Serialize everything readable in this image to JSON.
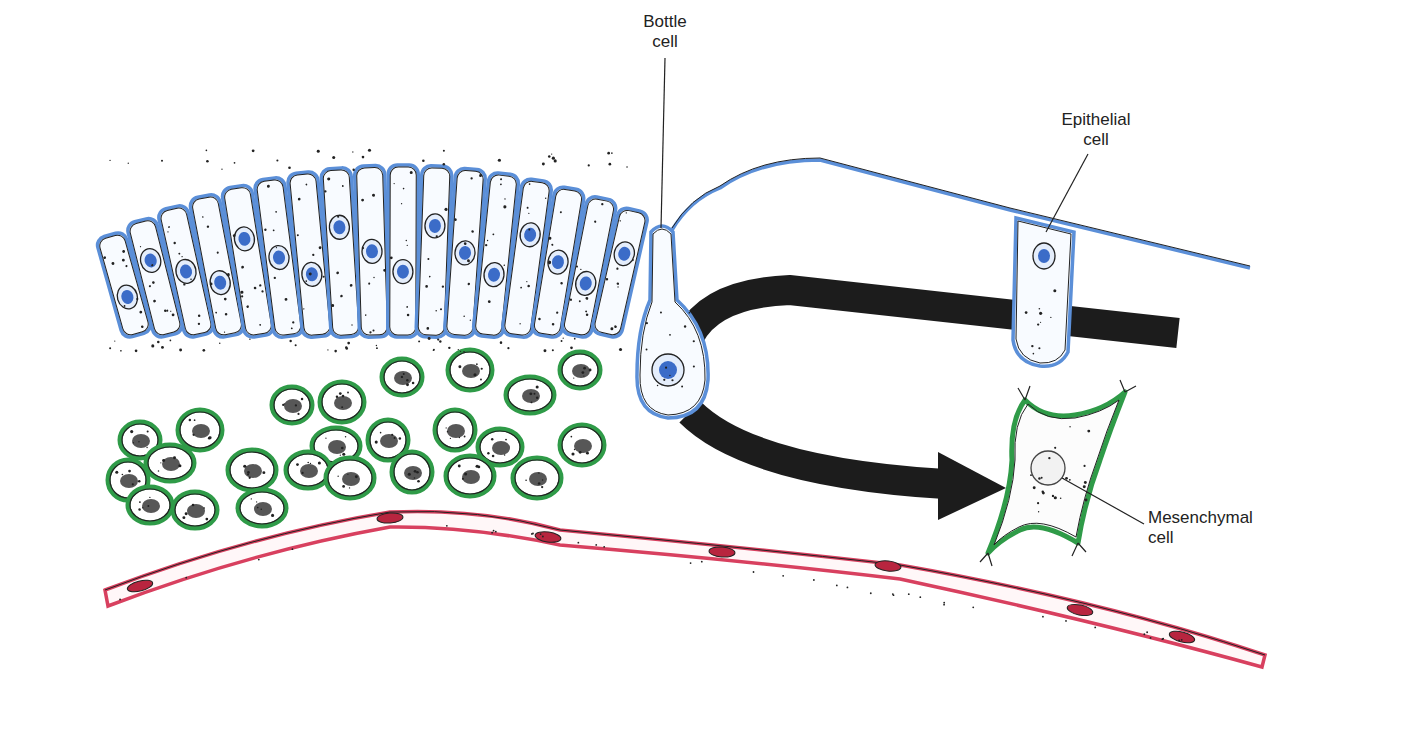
{
  "diagram": {
    "labels": [
      "Bottle cell",
      "Epithelial cell",
      "Mesenchymal cell"
    ]
  }
}
